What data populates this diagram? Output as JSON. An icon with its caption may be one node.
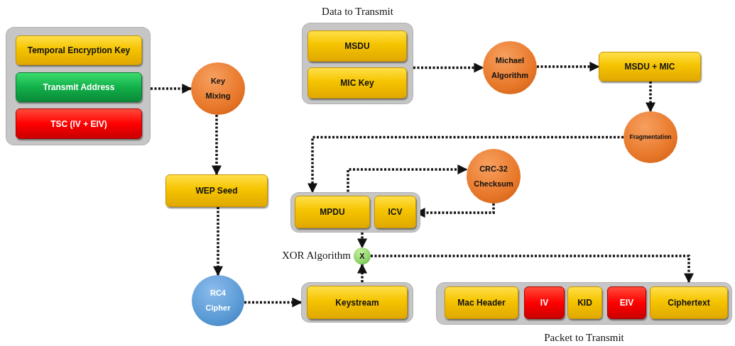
{
  "diagram": {
    "nodes": [
      {
        "text": [],
        "shape": "box"
      },
      {
        "text": [
          "Temporal Encryption Key"
        ],
        "in": 0
      },
      {
        "text": [
          "Transmit Address"
        ],
        "in": 0
      },
      {
        "text": [
          "TSC (IV + EIV)"
        ],
        "in": 0
      },
      {
        "text": [
          "Key Mixing"
        ]
      },
      {
        "text": [
          "WEP Seed"
        ]
      },
      {
        "text": [
          "RC4 Cipher"
        ]
      },
      {
        "text": [
          "Data to Transmit"
        ]
      },
      {
        "text": [
          "MSDU"
        ],
        "in": 7
      },
      {
        "text": [
          "MIC Key"
        ],
        "in": 7
      },
      {
        "text": [
          "Michael Algorithm"
        ]
      },
      {
        "text": [
          "MSDU + MIC"
        ]
      },
      {
        "text": [
          "Fragmentation"
        ]
      },
      {
        "text": [],
        "shape": "box"
      },
      {
        "text": [
          "MPDU"
        ],
        "in": 13
      },
      {
        "text": [
          "ICV"
        ],
        "in": 13
      },
      {
        "text": [
          "CRC-32 Checksum"
        ]
      },
      {
        "text": [
          "X"
        ],
        "beside": [
          "XOR Algorithm"
        ]
      },
      {
        "text": [],
        "shape": "box"
      },
      {
        "text": [
          "Keystream"
        ],
        "in": 18
      },
      {
        "text": [
          "Packet to Transmit"
        ]
      },
      {
        "text": [
          "Mac Header"
        ],
        "in": 20
      },
      {
        "text": [
          "IV"
        ],
        "in": 20
      },
      {
        "text": [
          "KID"
        ],
        "in": 20
      },
      {
        "text": [
          "EIV"
        ],
        "in": 20
      },
      {
        "text": [
          "Ciphertext"
        ],
        "in": 20
      }
    ],
    "edges": [
      {
        "from": 0,
        "to": 4,
        "arrow": "to"
      },
      {
        "from": 4,
        "to": 5,
        "arrow": "to"
      },
      {
        "from": 5,
        "to": 6,
        "arrow": "to"
      },
      {
        "from": 6,
        "to": 18,
        "arrow": "to"
      },
      {
        "from": 7,
        "to": 10,
        "arrow": "to"
      },
      {
        "from": 10,
        "to": 11,
        "arrow": "to"
      },
      {
        "from": 11,
        "to": 12,
        "arrow": "to"
      },
      {
        "from": 12,
        "to": 13,
        "arrow": "to"
      },
      {
        "from": 14,
        "to": 16,
        "arrow": "to"
      },
      {
        "from": 16,
        "to": 15,
        "arrow": "to"
      },
      {
        "from": 13,
        "to": 17,
        "arrow": "to"
      },
      {
        "from": 18,
        "to": 17,
        "arrow": "to"
      },
      {
        "from": 17,
        "to": 20,
        "arrow": "to"
      }
    ]
  }
}
